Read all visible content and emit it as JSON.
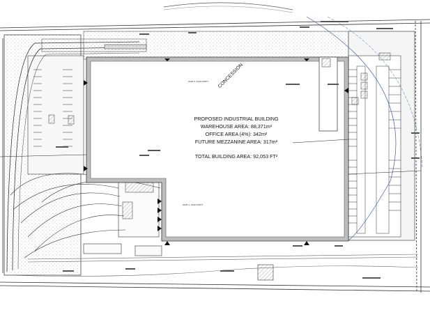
{
  "building": {
    "line1": "PROPOSED INDUSTRIAL BUILDING",
    "line2": "WAREHOUSE AREA: 88,371m²",
    "line3": "OFFICE AREA (4%): 342m²",
    "line4": "FUTURE MEZZANINE AREA: 317m²",
    "line5": "TOTAL BUILDING AREA: 92,053 FT²"
  },
  "labels": {
    "concession": "CONCESSION",
    "part5": "PART 5, PLAN 59R??",
    "part1": "PART 1, PLAN 59R??"
  },
  "colors": {
    "building_fill": "#ffffff",
    "building_edge": "#9a9a9a",
    "site_fill": "#f3f3f3",
    "ink": "#222222",
    "arc_blue": "#3b5bbf"
  }
}
